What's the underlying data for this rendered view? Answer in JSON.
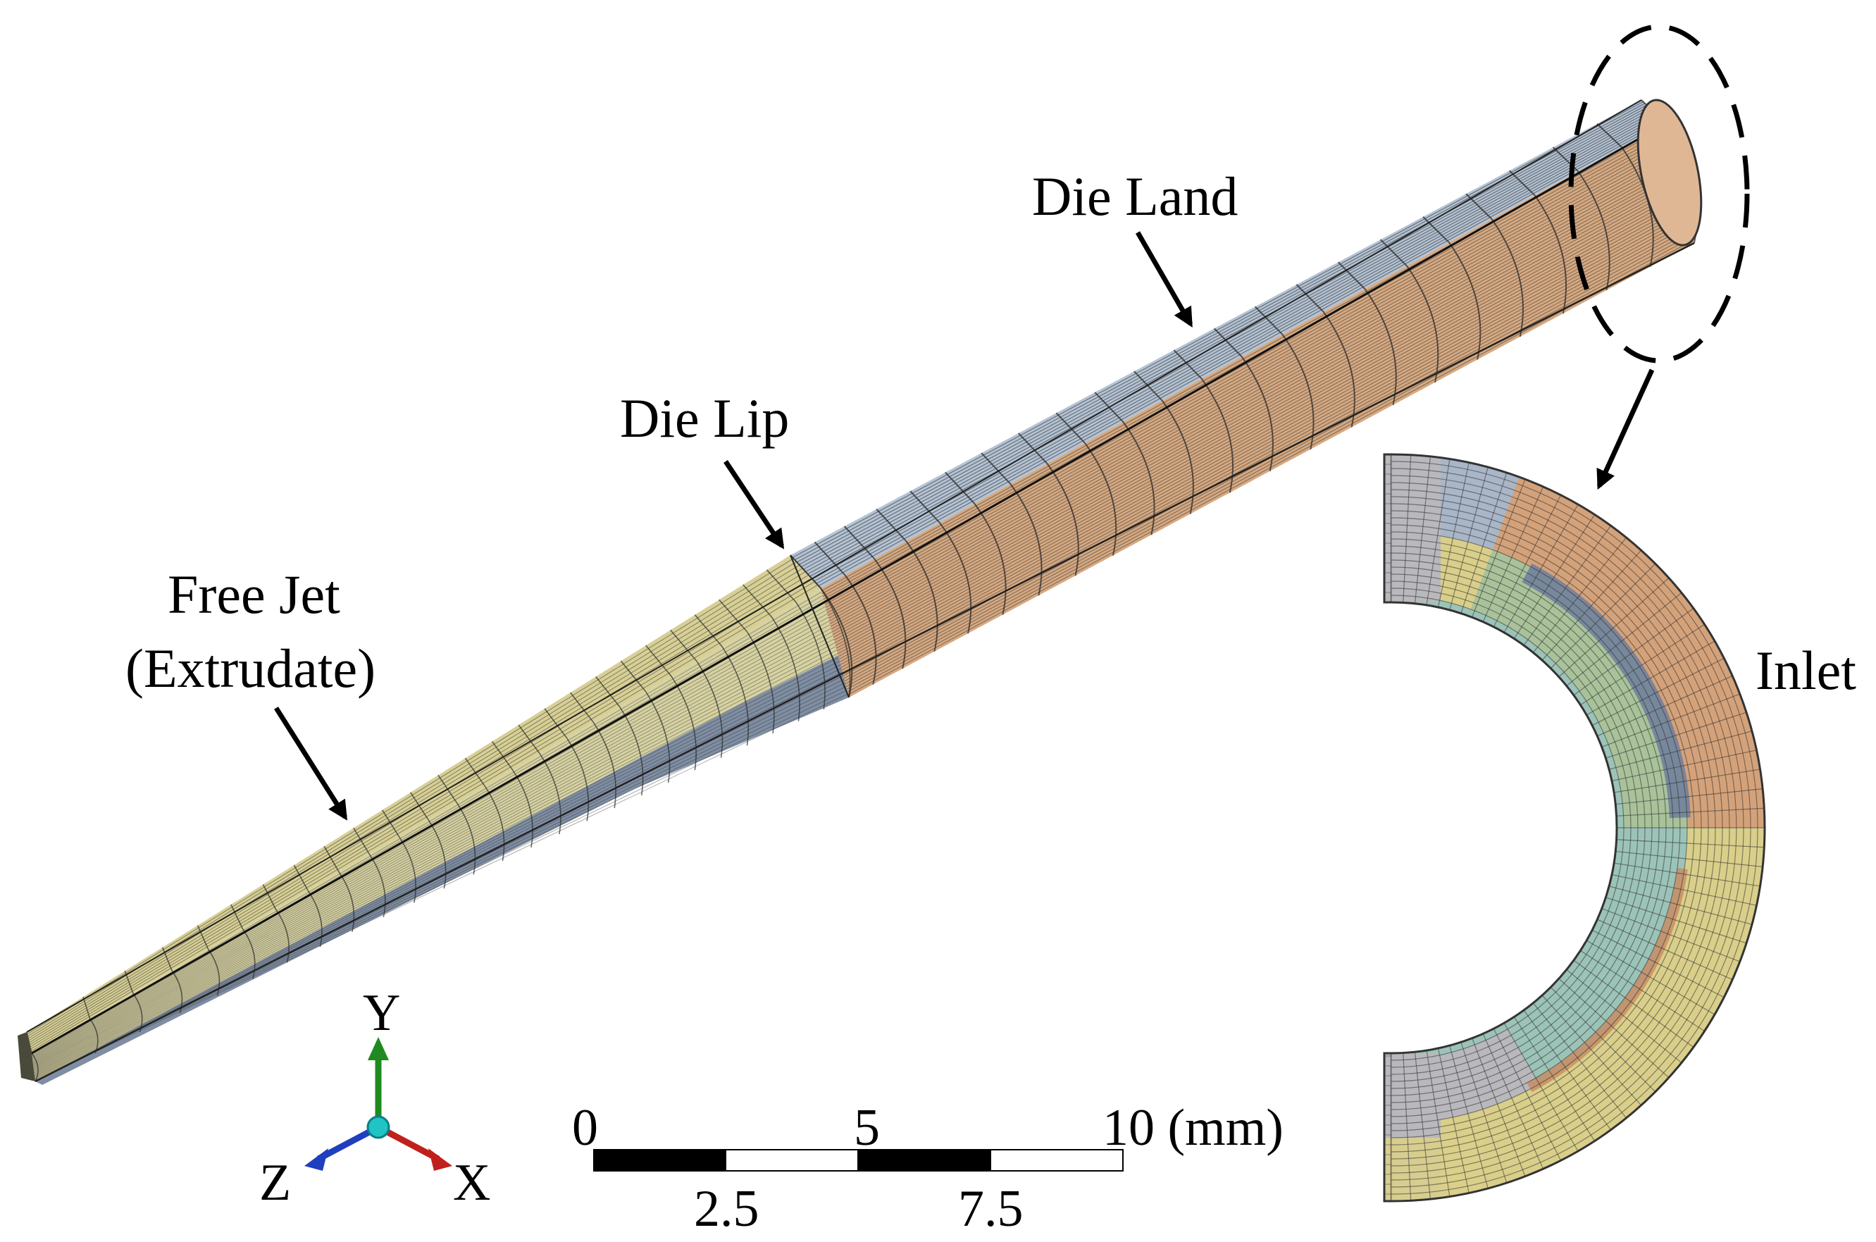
{
  "labels": {
    "die_land": "Die Land",
    "die_lip": "Die Lip",
    "free_jet_line1": "Free Jet",
    "free_jet_line2": "(Extrudate)",
    "inlet": "Inlet"
  },
  "axes": {
    "y": "Y",
    "z": "Z",
    "x": "X"
  },
  "scale_bar": {
    "ticks_top": [
      "0",
      "5",
      "10 (mm)"
    ],
    "ticks_bottom": [
      "2.5",
      "7.5"
    ]
  },
  "colors": {
    "die_land_top": "#b4c3d4",
    "die_land_side": "#d6a981",
    "die_land_underside": "#c9b08e",
    "free_jet_top": "#d7cf95",
    "free_jet_side": "#d7d2a2",
    "free_jet_underside": "#7f8ea3",
    "mesh_line": "#2b2b2b",
    "axis_y": "#1f8a1f",
    "axis_z": "#1f3fbf",
    "axis_x": "#c0201c",
    "axis_origin": "#20c4c4",
    "inlet_orange": "#d4a27a",
    "inlet_green": "#a9c29a",
    "inlet_teal": "#9cc3b8",
    "inlet_yellow": "#d9cf8a",
    "inlet_blue": "#a9b6c8",
    "inlet_gray": "#b8b8bd",
    "inlet_navy": "#6e7e9c"
  }
}
